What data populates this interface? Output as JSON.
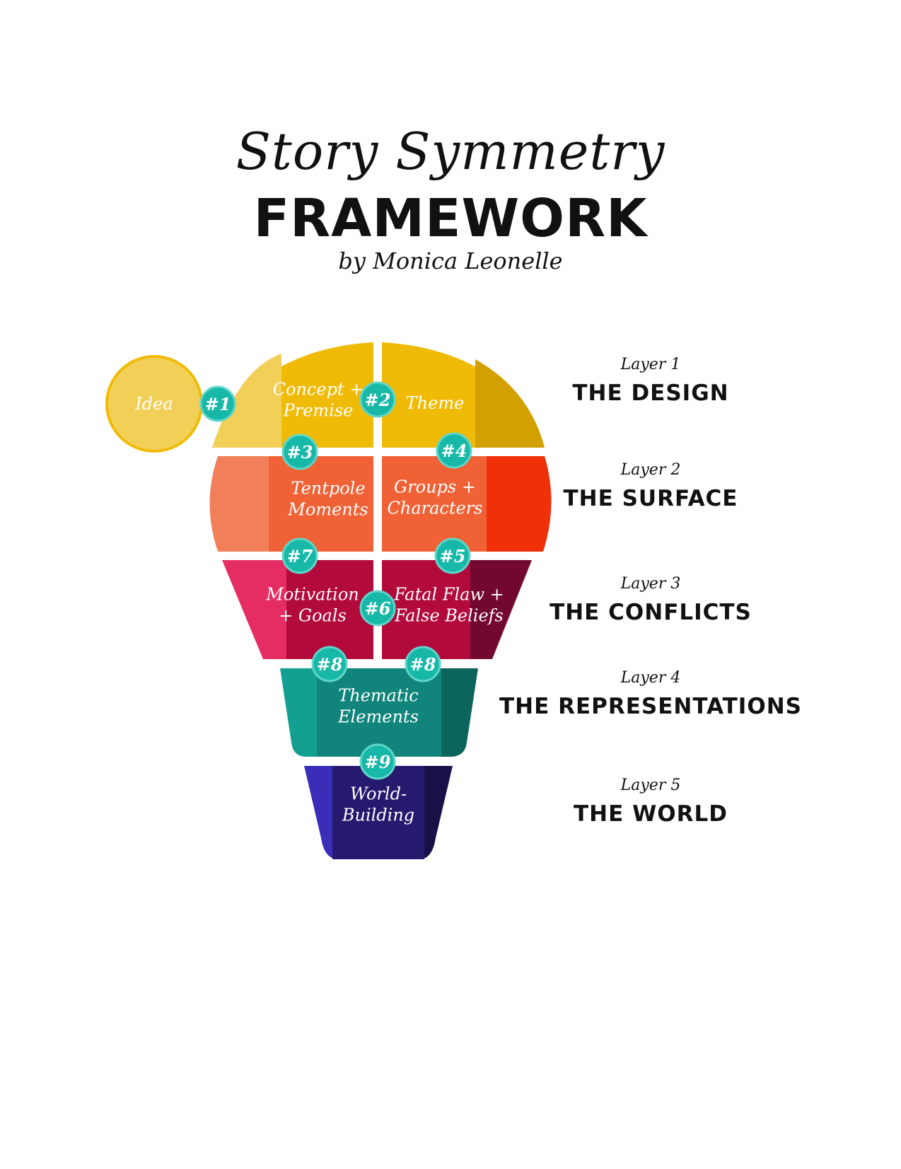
{
  "title": {
    "script": "Story Symmetry",
    "main": "FRAMEWORK",
    "byline": "by Monica Leonelle"
  },
  "nodes": [
    {
      "id": "idea",
      "label": "Idea"
    },
    {
      "id": "concept",
      "label": [
        "Concept +",
        "Premise"
      ]
    },
    {
      "id": "theme",
      "label": "Theme"
    },
    {
      "id": "tentpole",
      "label": [
        "Tentpole",
        "Moments"
      ]
    },
    {
      "id": "groups",
      "label": [
        "Groups +",
        "Characters"
      ]
    },
    {
      "id": "motivation",
      "label": [
        "Motivation",
        "+ Goals"
      ]
    },
    {
      "id": "flaw",
      "label": [
        "Fatal Flaw +",
        "False Beliefs"
      ]
    },
    {
      "id": "thematic",
      "label": [
        "Thematic",
        "Elements"
      ]
    },
    {
      "id": "world",
      "label": [
        "World-",
        "Building"
      ]
    }
  ],
  "badges": [
    "#1",
    "#2",
    "#3",
    "#4",
    "#5",
    "#6",
    "#7",
    "#8",
    "#8",
    "#9"
  ],
  "layers": [
    {
      "num": "Layer 1",
      "name": "THE DESIGN"
    },
    {
      "num": "Layer 2",
      "name": "THE SURFACE"
    },
    {
      "num": "Layer 3",
      "name": "THE CONFLICTS"
    },
    {
      "num": "Layer 4",
      "name": "THE REPRESENTATIONS"
    },
    {
      "num": "Layer 5",
      "name": "THE WORLD"
    }
  ],
  "colors": {
    "layer1": "#f0bb06",
    "layer2": "#f06236",
    "layer3": "#b30a3c",
    "layer4": "#11857b",
    "layer5": "#251a6e",
    "badge": "#17b8a8"
  }
}
